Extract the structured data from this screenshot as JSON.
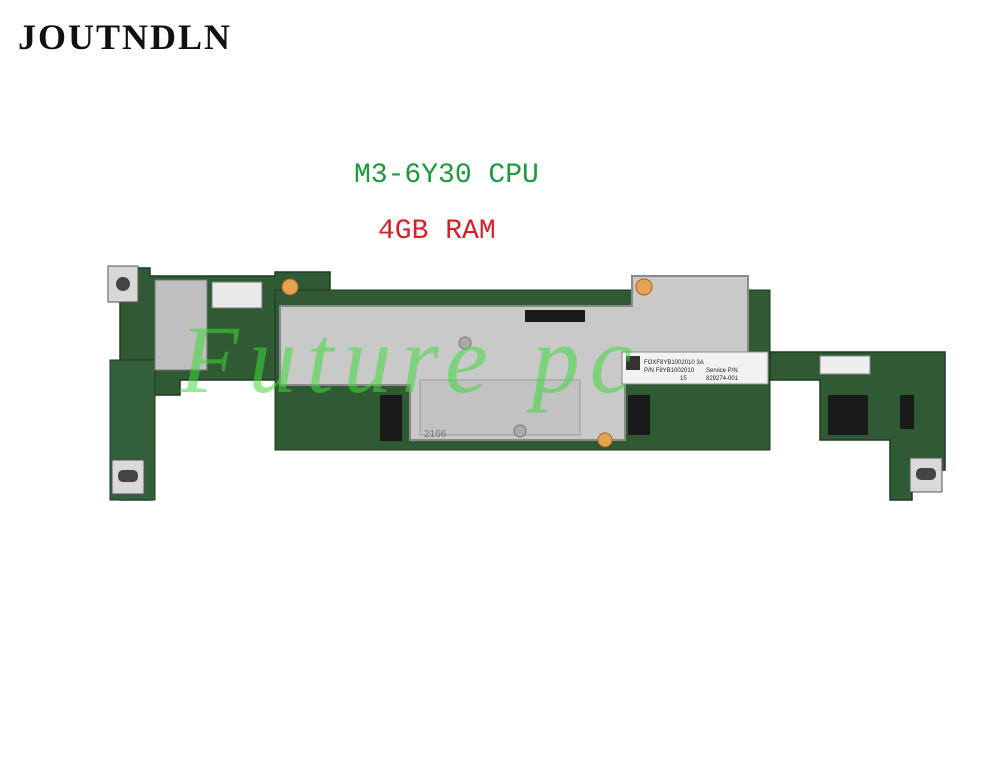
{
  "brand": "JOUTNDLN",
  "specs": {
    "cpu": "M3-6Y30 CPU",
    "ram": "4GB RAM",
    "cpu_color": "#1a9a3c",
    "ram_color": "#d4202a"
  },
  "board": {
    "pcb_color": "#2f5a33",
    "shield_color": "#c9c9c9",
    "watermark": "Future pc",
    "watermark_color": "#3fd83a",
    "main_label": {
      "lines": [
        "FOXF8YB1002010 3A",
        "P/N F8YB1002010",
        "Service P/N",
        "15",
        "829274-001"
      ]
    },
    "chip_marking": "2166"
  }
}
